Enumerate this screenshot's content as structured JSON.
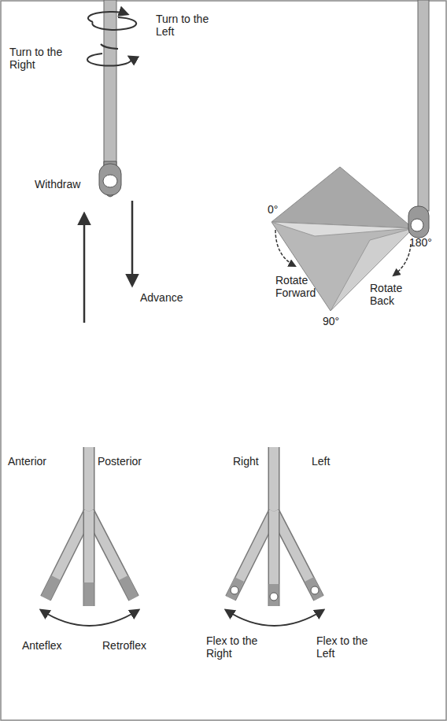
{
  "diagram": {
    "labels": [
      "Turn to the Left",
      "Turn to the Right",
      "Withdraw",
      "Advance",
      "0°",
      "180°",
      "Rotate Forward",
      "Rotate Back",
      "90°",
      "Anterior",
      "Posterior",
      "Anteflex",
      "Retroflex",
      "Right",
      "Left",
      "Flex to the Right",
      "Flex to the Left"
    ]
  }
}
